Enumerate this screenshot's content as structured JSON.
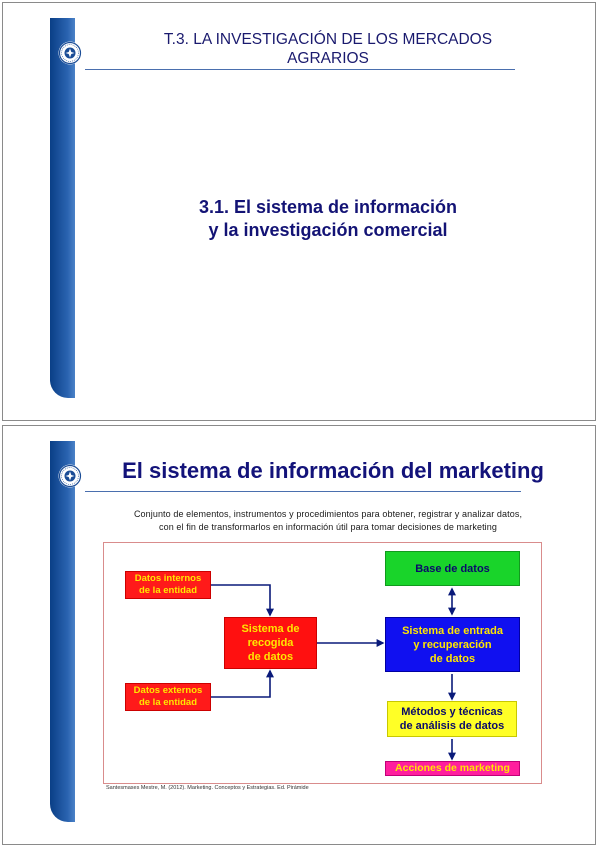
{
  "slide1": {
    "title_line1": "T.3. LA INVESTIGACIÓN DE LOS MERCADOS",
    "title_line2": "AGRARIOS",
    "subtitle_line1": "3.1. El sistema de información",
    "subtitle_line2": "y la investigación comercial"
  },
  "slide2": {
    "title": "El sistema de información del marketing",
    "definition_line1": "Conjunto de elementos, instrumentos y procedimientos para obtener, registrar y analizar datos,",
    "definition_line2": "con el fin de transformarlos en información útil para tomar decisiones de marketing",
    "diagram": {
      "internos_l1": "Datos internos",
      "internos_l2": "de la entidad",
      "externos_l1": "Datos externos",
      "externos_l2": "de la entidad",
      "recogida_l1": "Sistema de",
      "recogida_l2": "recogida",
      "recogida_l3": "de datos",
      "base": "Base de datos",
      "sistema_l1": "Sistema de entrada",
      "sistema_l2": "y recuperación",
      "sistema_l3": "de datos",
      "metodos_l1": "Métodos y técnicas",
      "metodos_l2": "de análisis de datos",
      "acciones": "Acciones de marketing"
    },
    "citation": "Santesmases Mestre, M. (2012). Marketing. Conceptos y Estrategias. Ed. Pirámide"
  },
  "colors": {
    "sidebar": "#1f55a0",
    "title_text": "#13137a",
    "red_box": "#ff1010",
    "green_box": "#19d42a",
    "blue_box": "#1010f0",
    "yellow_box": "#ffff26",
    "pink_box": "#ff1f9e",
    "box_text_yellow": "#ffe600"
  },
  "icons": [
    "university-seal-icon"
  ]
}
